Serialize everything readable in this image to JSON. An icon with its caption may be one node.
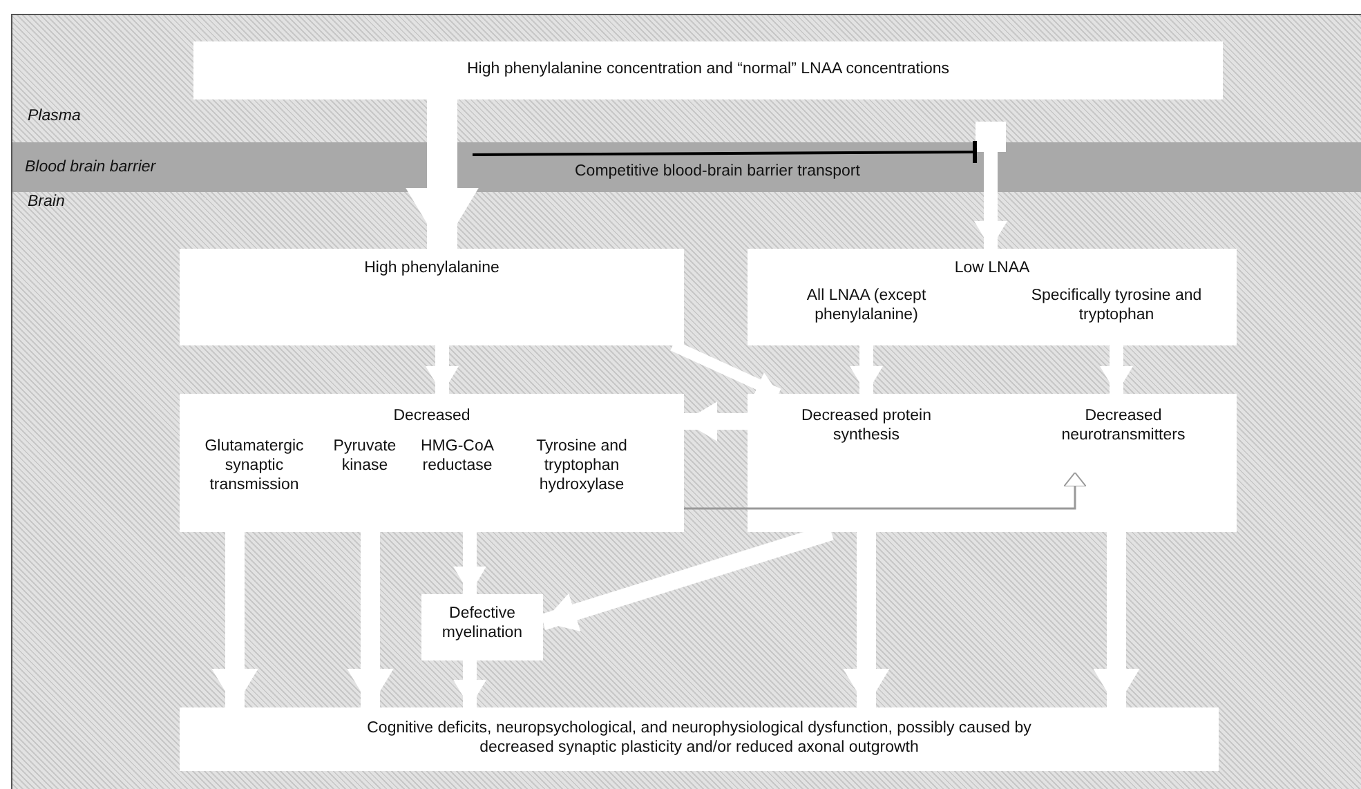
{
  "diagram": {
    "nodes": [
      {
        "text": [
          "High phenylalanine concentration and “normal” LNAA concentrations"
        ]
      },
      {
        "text": [],
        "shape": "box"
      },
      {
        "text": [
          "High phenylalanine"
        ]
      },
      {
        "text": [
          "Low LNAA",
          "All LNAA (except phenylalanine)",
          "Specifically tyrosine and tryptophan"
        ]
      },
      {
        "text": [
          "Decreased",
          "Glutamatergic synaptic transmission",
          "Pyruvate kinase",
          "HMG-CoA reductase",
          "Tyrosine and tryptophan hydroxylase"
        ]
      },
      {
        "text": [
          "Decreased protein synthesis",
          "Decreased neurotransmitters"
        ]
      },
      {
        "text": [
          "Defective myelination"
        ]
      },
      {
        "text": [
          "Cognitive deficits, neuropsychological, and neurophysiological dysfunction, possibly caused by decreased synaptic plasticity and/or reduced axonal outgrowth"
        ]
      }
    ],
    "edges": [
      {
        "from": 0,
        "to": 2,
        "arrow": "to",
        "style": "thick"
      },
      {
        "from": null,
        "to": 1,
        "arrow": "other",
        "label": "Competitive blood-brain barrier transport",
        "color": "#000000"
      },
      {
        "from": 1,
        "to": 3,
        "arrow": "to"
      },
      {
        "from": 2,
        "to": 4,
        "arrow": "to"
      },
      {
        "from": 2,
        "to": 5,
        "arrow": "to"
      },
      {
        "from": 3,
        "to": 5,
        "arrow": "to"
      },
      {
        "from": 3,
        "to": 5,
        "arrow": "to"
      },
      {
        "from": 5,
        "to": 4,
        "arrow": "to"
      },
      {
        "from": 4,
        "to": 5,
        "arrow": "to",
        "color": "#999999"
      },
      {
        "from": 4,
        "to": 6,
        "arrow": "to"
      },
      {
        "from": 5,
        "to": 6,
        "arrow": "to"
      },
      {
        "from": 4,
        "to": 7,
        "arrow": "to"
      },
      {
        "from": 4,
        "to": 7,
        "arrow": "to"
      },
      {
        "from": 6,
        "to": 7,
        "arrow": "to"
      },
      {
        "from": 5,
        "to": 7,
        "arrow": "to"
      },
      {
        "from": 5,
        "to": 7,
        "arrow": "to"
      }
    ],
    "labels": [
      "Plasma",
      "Blood brain barrier",
      "Brain"
    ]
  }
}
